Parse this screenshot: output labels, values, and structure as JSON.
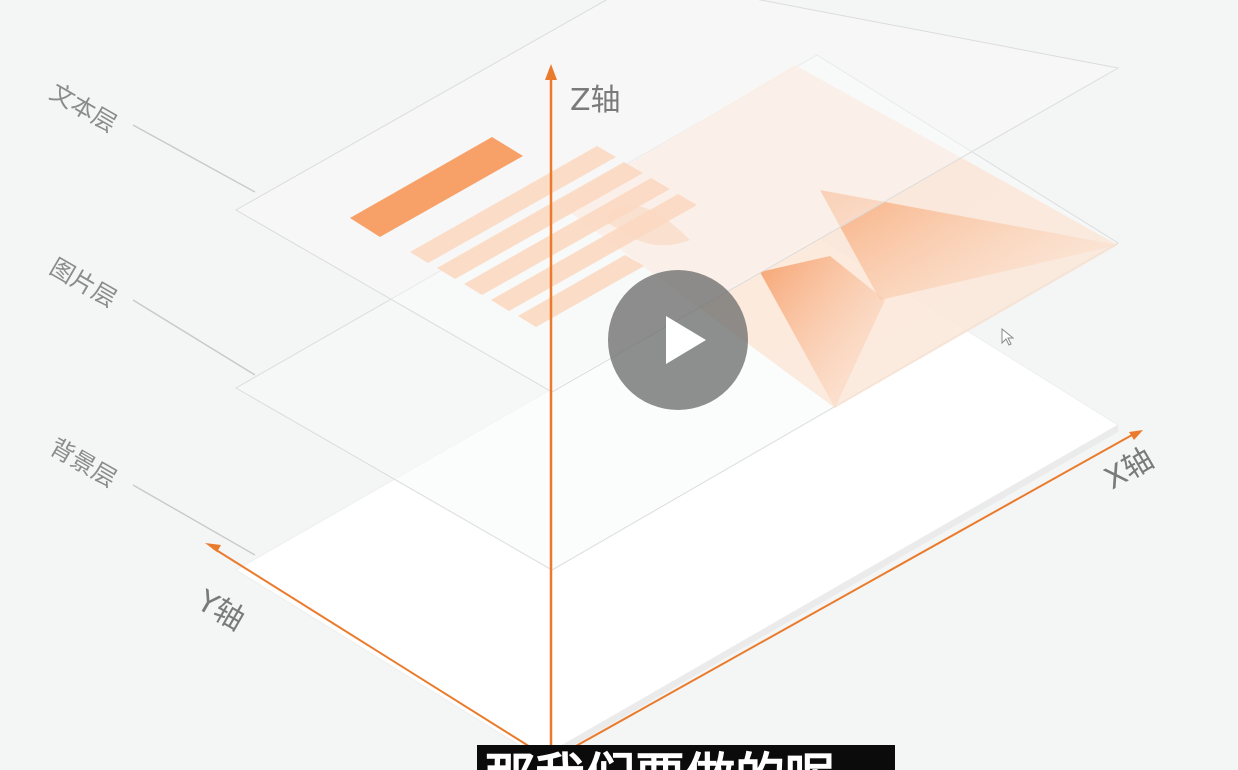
{
  "video": {
    "layer_labels": {
      "text_layer": "文本层",
      "image_layer": "图片层",
      "background_layer": "背景层"
    },
    "axes": {
      "z": "Z轴",
      "x": "X轴",
      "y": "Y轴"
    },
    "subtitle": "那我们要做的呢",
    "play_button": {
      "icon": "play-icon",
      "state": "paused"
    }
  },
  "colors": {
    "accent": "#ea7b2c",
    "orange_block": "#f5a36c",
    "light_stripe": "#fbd8c2",
    "background": "#f4f5f5"
  }
}
